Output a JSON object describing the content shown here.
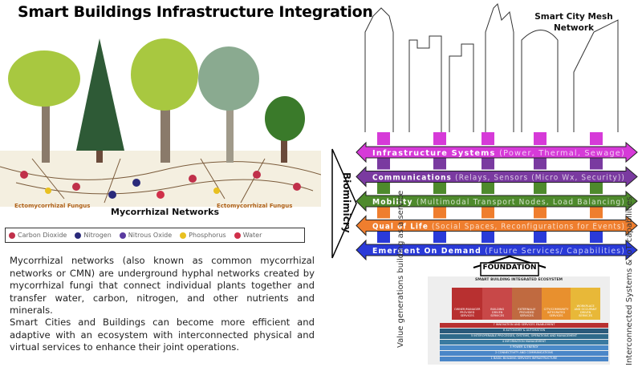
{
  "title": "Smart Buildings Infrastructure Integration",
  "illustration": {
    "label_left": "Ectomycorrhizal Fungus",
    "label_right": "Ectomycorrhizal Fungus",
    "caption": "Mycorrhizal Networks"
  },
  "legend": [
    {
      "label": "Carbon Dioxide",
      "color": "#c0304a"
    },
    {
      "label": "Nitrogen",
      "color": "#2a2a7a"
    },
    {
      "label": "Nitrous Oxide",
      "color": "#5a3aa0"
    },
    {
      "label": "Phosphorus",
      "color": "#e8c020"
    },
    {
      "label": "Water",
      "color": "#d0304a"
    }
  ],
  "paragraphs": [
    "Mycorrhizal networks (also known as common mycorrhizal networks or CMN) are underground hyphal networks created by mycorrhizal fungi that connect individual plants together and transfer water, carbon, nitrogen, and other nutrients and minerals.",
    "Smart Cities and Buildings can become more efficient and adaptive with an ecosystem with interconnected physical and virtual services to enhance their joint operations."
  ],
  "city": {
    "title_line1": "Smart City Mesh",
    "title_line2": "Network"
  },
  "bands": [
    {
      "name": "Infrastructure Systems",
      "detail": "(Power, Thermal, Sewage)",
      "color": "#d63ad8"
    },
    {
      "name": "Communications",
      "detail": "(Relays, Sensors (Micro Wx, Security))",
      "color": "#7a3aa0"
    },
    {
      "name": "Mobility",
      "detail": "(Multimodal Transport Nodes, Load Balancing)",
      "color": "#4e8a2c"
    },
    {
      "name": "Qual of Life",
      "detail": "(Social Spaces, Reconfigurations for Events)",
      "color": "#ef7e2e"
    },
    {
      "name": "Emergent On Demand",
      "detail": "(Future Services/ Capabilities)",
      "color": "#2a3ad8"
    }
  ],
  "biomimicry": "Biomimicry",
  "foundation": "FOUNDATION",
  "ecosystem": {
    "title": "SMART BUILDING INTEGRATED ECOSYSTEM",
    "pillars": [
      "OWNER/MANAGER PROVIDED SERVICES",
      "BUILDING DRIVEN SERVICES",
      "EXTERNALLY PROVIDED SERVICES",
      "CITY/COMMUNITY INTEGRATED SERVICES",
      "WORKPLACE AND OCCUPANT DRIVEN SERVICES"
    ],
    "pillar_colors": [
      "#b83030",
      "#c84848",
      "#c06a40",
      "#e8902e",
      "#e8b838"
    ],
    "layers": [
      {
        "num": "7",
        "label": "INNOVATION AND SERVICES ENABLEMENT",
        "color": "#b83030"
      },
      {
        "num": "6",
        "label": "AUTONOMY & AUTOMATION",
        "color": "#2a5a7a"
      },
      {
        "num": "5",
        "label": "INTEROPERABLE PROCESSES, SYSTEMS, OPERATIONS AND MANAGEMENT",
        "color": "#2e6a8a"
      },
      {
        "num": "4",
        "label": "INFORMATION MANAGEMENT",
        "color": "#3a7aa0"
      },
      {
        "num": "3",
        "label": "POWER & ENERGY",
        "color": "#4a8ac8"
      },
      {
        "num": "2",
        "label": "CONNECTIVITY AND COMMUNICATIONS",
        "color": "#4a86c8"
      },
      {
        "num": "1",
        "label": "BASIC BUILDING SERVICES INFRASTRUCTURE",
        "color": "#4a86c8"
      }
    ]
  },
  "side_left": "Value generations building as a service",
  "side_right": "Interconnected Systems & IoT capabilities"
}
